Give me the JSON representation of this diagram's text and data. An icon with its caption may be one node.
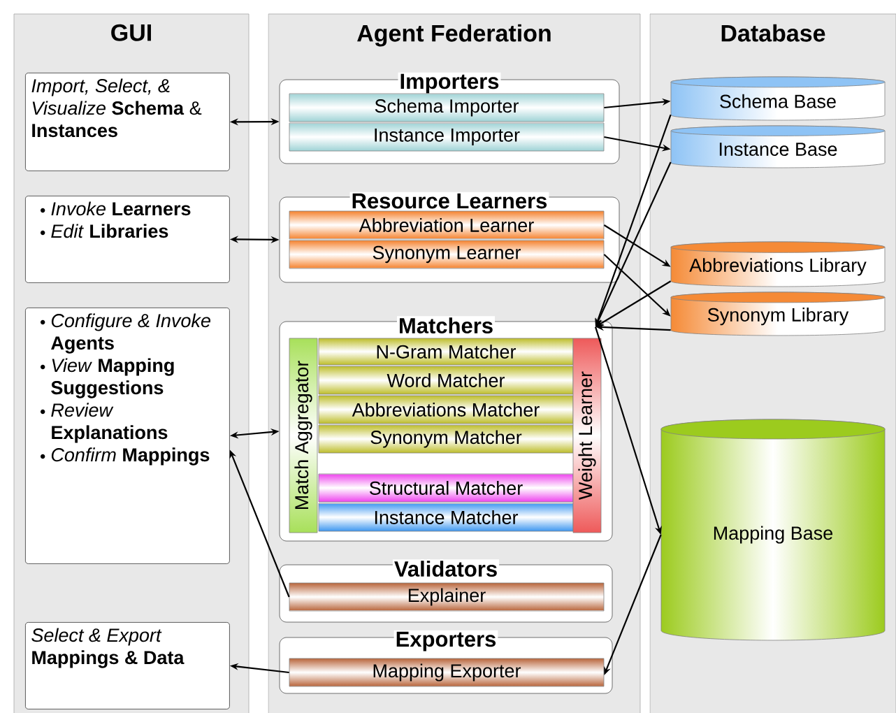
{
  "diagram": {
    "nodes": [
      {
        "text": [
          "GUI"
        ]
      },
      {
        "text": [
          "Agent Federation"
        ]
      },
      {
        "text": [
          "Database"
        ]
      },
      {
        "text": [
          "*Import, Select, & Visualize* **Schema** & **Instances**"
        ],
        "in": 0
      },
      {
        "text": [
          "*Invoke* **Learners**",
          "*Edit* **Libraries**"
        ],
        "in": 0
      },
      {
        "text": [
          "*Configure & Invoke* **Agents**",
          "*View* **Mapping Suggestions**",
          "*Review* **Explanations**",
          "*Confirm* **Mappings**"
        ],
        "in": 0
      },
      {
        "text": [
          "*Select & Export* **Mappings & Data**"
        ],
        "in": 0
      },
      {
        "text": [
          "Importers"
        ],
        "in": 1
      },
      {
        "text": [
          "Schema Importer"
        ],
        "in": 7
      },
      {
        "text": [
          "Instance Importer"
        ],
        "in": 7
      },
      {
        "text": [
          "Resource Learners"
        ],
        "in": 1
      },
      {
        "text": [
          "Abbreviation Learner"
        ],
        "in": 10
      },
      {
        "text": [
          "Synonym Learner"
        ],
        "in": 10
      },
      {
        "text": [
          "Matchers"
        ],
        "in": 1
      },
      {
        "text": [
          "Match Aggregator"
        ],
        "in": 13
      },
      {
        "text": [
          "N-Gram Matcher"
        ],
        "in": 13
      },
      {
        "text": [
          "Word Matcher"
        ],
        "in": 13
      },
      {
        "text": [
          "Abbreviations Matcher"
        ],
        "in": 13
      },
      {
        "text": [
          "Synonym Matcher"
        ],
        "in": 13
      },
      {
        "text": [
          "Structural Matcher"
        ],
        "in": 13
      },
      {
        "text": [
          "Instance Matcher"
        ],
        "in": 13
      },
      {
        "text": [
          "Weight Learner"
        ],
        "in": 13
      },
      {
        "text": [
          "Validators"
        ],
        "in": 1
      },
      {
        "text": [
          "Explainer"
        ],
        "in": 22
      },
      {
        "text": [
          "Exporters"
        ],
        "in": 1
      },
      {
        "text": [
          "Mapping Exporter"
        ],
        "in": 24
      },
      {
        "text": [
          "Schema Base"
        ],
        "in": 2
      },
      {
        "text": [
          "Instance Base"
        ],
        "in": 2
      },
      {
        "text": [
          "Abbreviations Library"
        ],
        "in": 2
      },
      {
        "text": [
          "Synonym Library"
        ],
        "in": 2
      },
      {
        "text": [
          "Mapping Base"
        ],
        "in": 2
      }
    ],
    "edges": [
      {
        "from": 3,
        "to": 7,
        "arrow": "both"
      },
      {
        "from": 4,
        "to": 10,
        "arrow": "both"
      },
      {
        "from": 5,
        "to": 13,
        "arrow": "both"
      },
      {
        "from": 23,
        "to": 5,
        "arrow": "to"
      },
      {
        "from": 25,
        "to": 6,
        "arrow": "to"
      },
      {
        "from": 8,
        "to": 26,
        "arrow": "to"
      },
      {
        "from": 9,
        "to": 27,
        "arrow": "to"
      },
      {
        "from": 11,
        "to": 28,
        "arrow": "to"
      },
      {
        "from": 12,
        "to": 29,
        "arrow": "to"
      },
      {
        "from": 26,
        "to": 21,
        "arrow": "to"
      },
      {
        "from": 27,
        "to": 21,
        "arrow": "to"
      },
      {
        "from": 28,
        "to": 21,
        "arrow": "to"
      },
      {
        "from": 29,
        "to": 21,
        "arrow": "to"
      },
      {
        "from": 21,
        "to": 30,
        "arrow": "to"
      },
      {
        "from": 30,
        "to": 25,
        "arrow": "to"
      }
    ]
  }
}
